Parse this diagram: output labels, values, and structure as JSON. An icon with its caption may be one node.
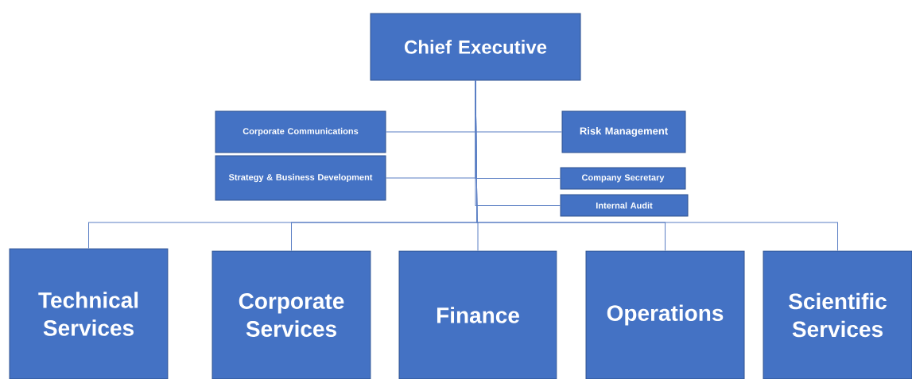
{
  "diagram": {
    "nodes": [
      {
        "text": [
          "Chief Executive"
        ]
      },
      {
        "text": [
          "Corporate Communications"
        ]
      },
      {
        "text": [
          "Risk Management"
        ]
      },
      {
        "text": [
          "Strategy & Business Development"
        ]
      },
      {
        "text": [
          "Company Secretary"
        ]
      },
      {
        "text": [
          "Internal Audit"
        ]
      },
      {
        "text": [
          "Technical Services"
        ]
      },
      {
        "text": [
          "Corporate Services"
        ]
      },
      {
        "text": [
          "Finance"
        ]
      },
      {
        "text": [
          "Operations"
        ]
      },
      {
        "text": [
          "Scientific Services"
        ]
      }
    ],
    "edges": [
      {
        "from": 0,
        "to": 1,
        "arrow": "none"
      },
      {
        "from": 0,
        "to": 2,
        "arrow": "none"
      },
      {
        "from": 0,
        "to": 3,
        "arrow": "none"
      },
      {
        "from": 0,
        "to": 4,
        "arrow": "none"
      },
      {
        "from": 0,
        "to": 5,
        "arrow": "none"
      },
      {
        "from": 0,
        "to": 6,
        "arrow": "none"
      },
      {
        "from": 0,
        "to": 7,
        "arrow": "none"
      },
      {
        "from": 0,
        "to": 8,
        "arrow": "none"
      },
      {
        "from": 0,
        "to": 9,
        "arrow": "none"
      },
      {
        "from": 0,
        "to": 10,
        "arrow": "none"
      }
    ]
  }
}
